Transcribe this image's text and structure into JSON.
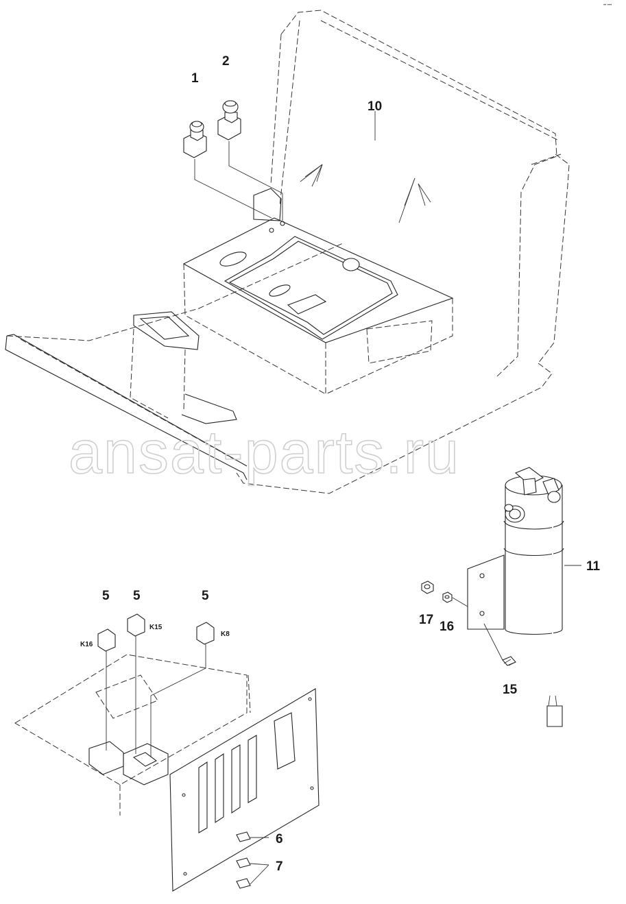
{
  "watermark": "ansat-parts.ru",
  "corner_mark": "•• •••",
  "callouts": {
    "c1": "1",
    "c2": "2",
    "c10": "10",
    "c11": "11",
    "c5a": "5",
    "c5b": "5",
    "c5c": "5",
    "c6": "6",
    "c7": "7",
    "c15": "15",
    "c16": "16",
    "c17": "17"
  },
  "relay_tags": {
    "k16": "K16",
    "k15": "K15",
    "k8": "K8"
  }
}
